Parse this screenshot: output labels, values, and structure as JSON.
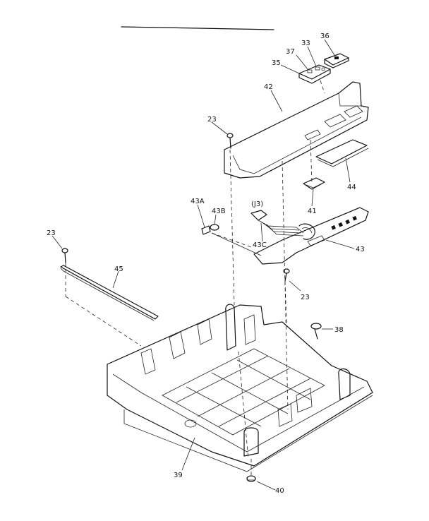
{
  "labels": {
    "l23a": "23",
    "l42": "42",
    "l35": "35",
    "l37": "37",
    "l33": "33",
    "l36": "36",
    "l44": "44",
    "l41": "41",
    "l43a": "43A",
    "l43b": "43B",
    "lj3": "(J3)",
    "l43c": "43C",
    "l43": "43",
    "l23b": "23",
    "l23c": "23",
    "l45": "45",
    "l38": "38",
    "l39": "39",
    "l40": "40"
  }
}
